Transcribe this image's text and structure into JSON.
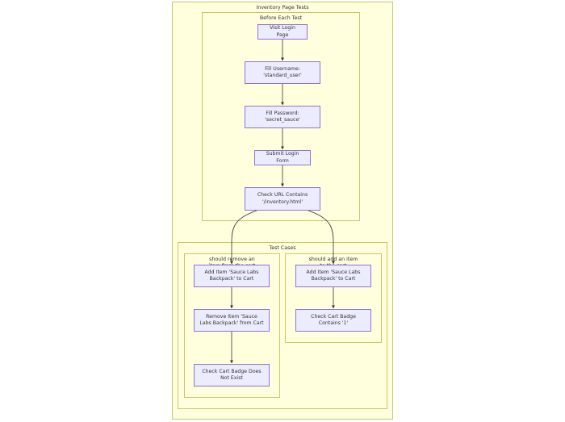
{
  "outer": {
    "title": "Inventory Page Tests"
  },
  "before_each": {
    "title": "Before Each Test",
    "nodes": [
      "Visit Login Page",
      "Fill Username: 'standard_user'",
      "Fill Password: 'secret_sauce'",
      "Submit Login Form",
      "Check URL Contains '/inventory.html'"
    ]
  },
  "test_cases": {
    "title": "Test Cases",
    "remove": {
      "title": "should remove an item from the cart",
      "nodes": [
        "Add Item 'Sauce Labs Backpack' to Cart",
        "Remove Item 'Sauce Labs Backpack' from Cart",
        "Check Cart Badge Does Not Exist"
      ]
    },
    "add": {
      "title": "should add an item to the cart",
      "nodes": [
        "Add Item 'Sauce Labs Backpack' to Cart",
        "Check Cart Badge Contains '1'"
      ]
    }
  },
  "colors": {
    "cluster_fill": "#ffffde",
    "cluster_border": "#c8c86a",
    "node_fill": "#ececff",
    "node_border": "#9370db",
    "edge": "#333333"
  }
}
